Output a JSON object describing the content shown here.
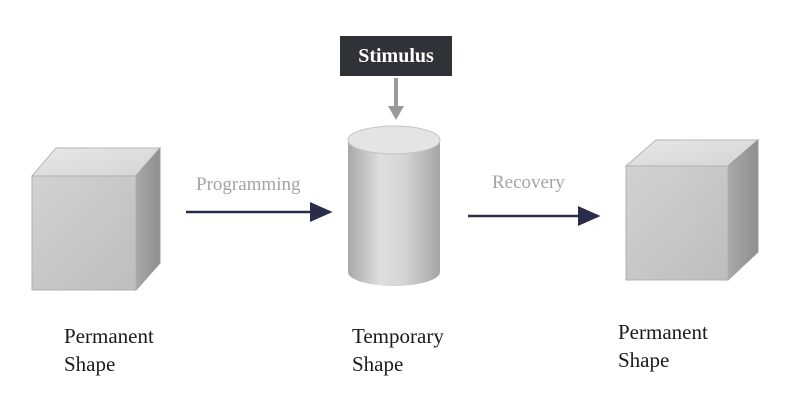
{
  "stimulus": {
    "label": "Stimulus"
  },
  "processes": {
    "programming": "Programming",
    "recovery": "Recovery"
  },
  "states": {
    "initial": {
      "line1": "Permanent",
      "line2": "Shape"
    },
    "temporary": {
      "line1": "Temporary",
      "line2": "Shape"
    },
    "final": {
      "line1": "Permanent",
      "line2": "Shape"
    }
  },
  "colors": {
    "stimulus_bg": "#2f3236",
    "arrow": "#2a2d4a",
    "stimulus_arrow": "#9a9a9a",
    "shape_face": "#c9c9c9",
    "process_text": "#a4a4a4"
  }
}
